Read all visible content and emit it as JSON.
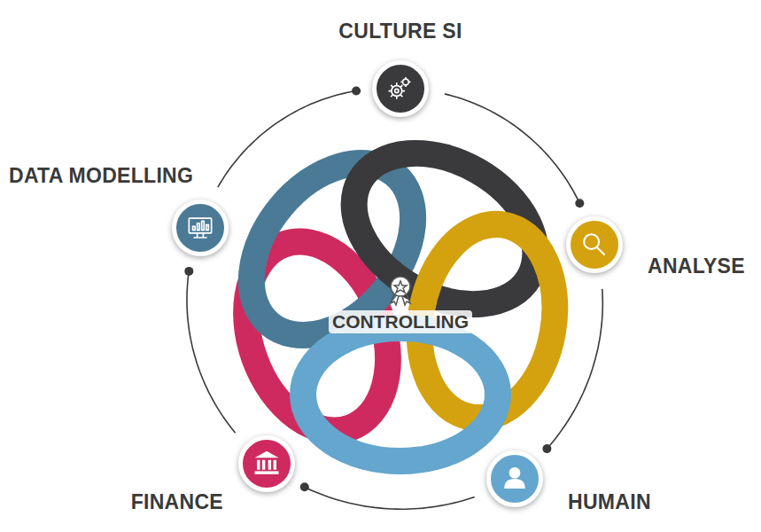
{
  "diagram": {
    "nodes": [
      {
        "text": [
          "CULTURE SI"
        ]
      },
      {
        "text": [
          "ANALYSE"
        ]
      },
      {
        "text": [
          "HUMAIN"
        ]
      },
      {
        "text": [
          "FINANCE"
        ]
      },
      {
        "text": [
          "DATA MODELLING"
        ]
      },
      {
        "text": [
          "CONTROLLING"
        ]
      }
    ],
    "edges": [
      {
        "from": 0,
        "to": 1,
        "arrow": "none"
      },
      {
        "from": 1,
        "to": 2,
        "arrow": "none"
      },
      {
        "from": 2,
        "to": 3,
        "arrow": "none"
      },
      {
        "from": 3,
        "to": 4,
        "arrow": "none"
      },
      {
        "from": 4,
        "to": 0,
        "arrow": "none"
      }
    ]
  }
}
